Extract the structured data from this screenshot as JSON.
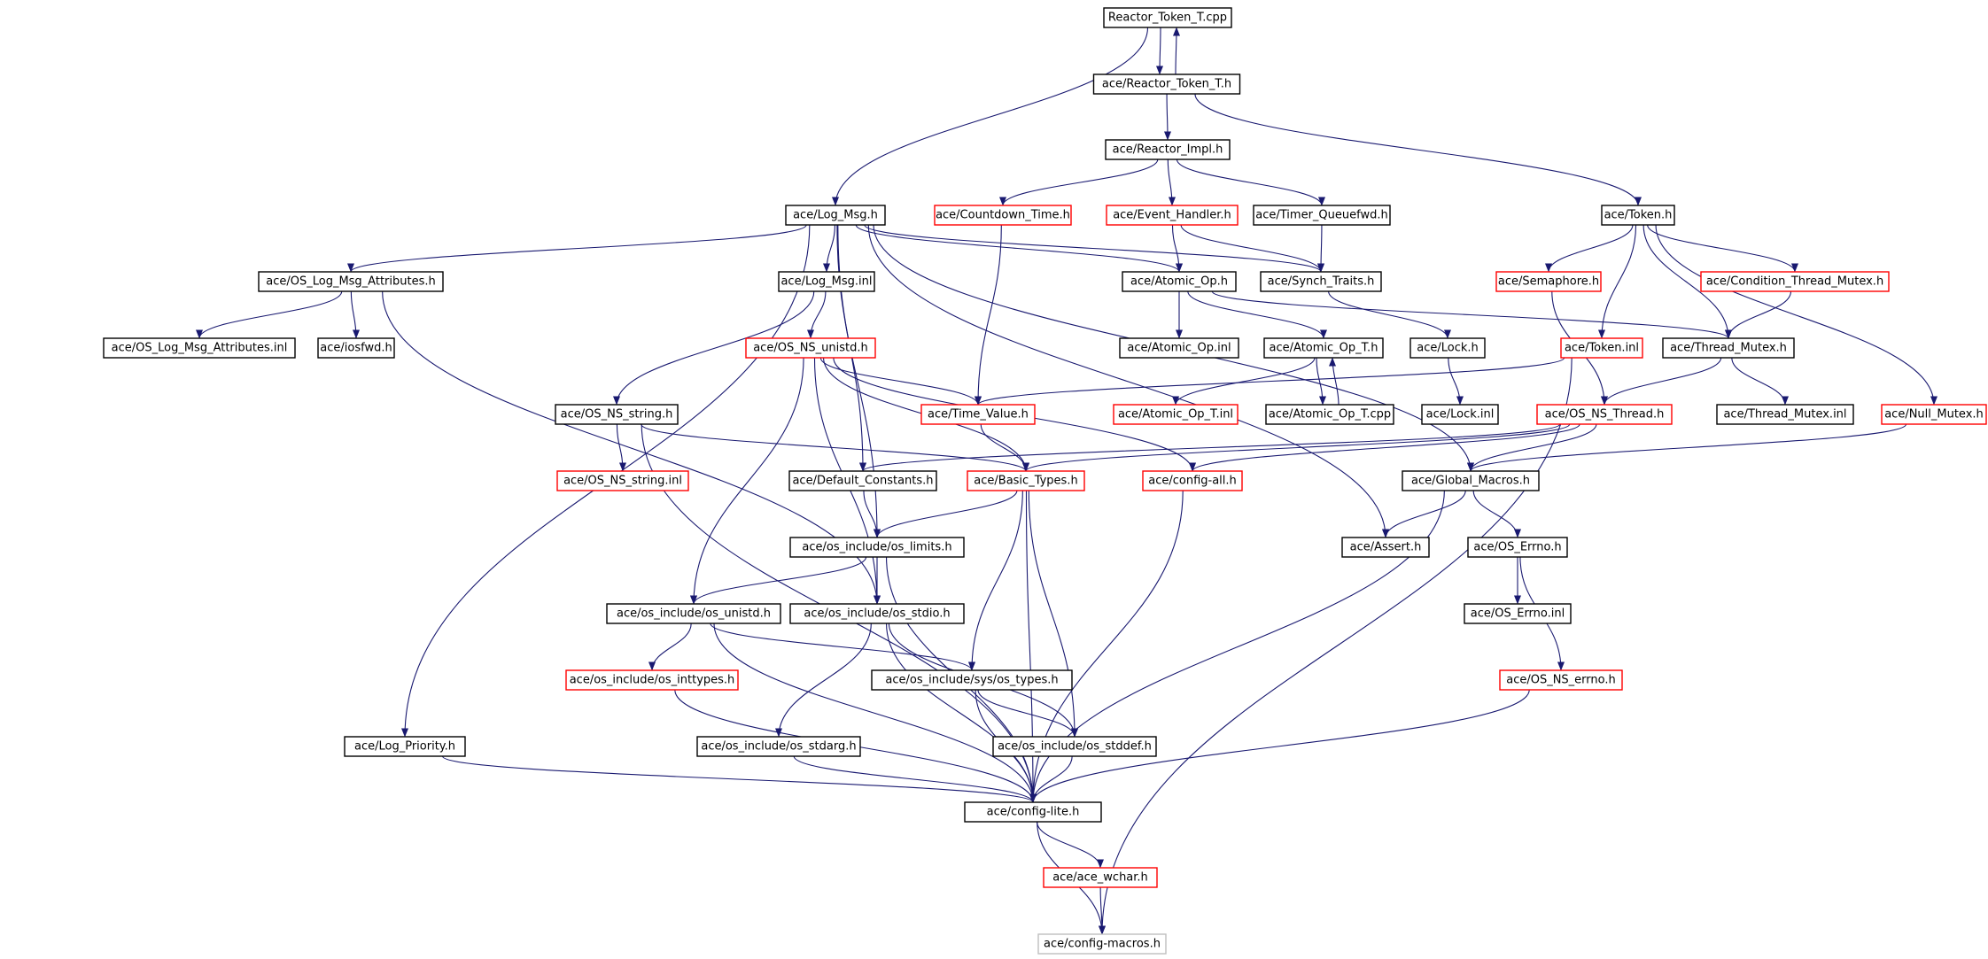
{
  "colors": {
    "edge": "#191970",
    "border_normal": "#000000",
    "border_truncated": "#ff0000",
    "border_external": "#bfbfbf",
    "root_fill": "#bfbfbf"
  },
  "nodes": [
    {
      "id": "n0",
      "label": "Reactor_Token_T.cpp",
      "style": "root"
    },
    {
      "id": "n1",
      "label": "ace/Reactor_Token_T.h",
      "style": "normal"
    },
    {
      "id": "n2",
      "label": "ace/Reactor_Impl.h",
      "style": "normal"
    },
    {
      "id": "n3",
      "label": "ace/Token.h",
      "style": "normal"
    },
    {
      "id": "n4",
      "label": "ace/Log_Msg.h",
      "style": "normal"
    },
    {
      "id": "n5",
      "label": "ace/Countdown_Time.h",
      "style": "truncated"
    },
    {
      "id": "n6",
      "label": "ace/Event_Handler.h",
      "style": "truncated"
    },
    {
      "id": "n7",
      "label": "ace/Timer_Queuefwd.h",
      "style": "normal"
    },
    {
      "id": "n8",
      "label": "ace/OS_Log_Msg_Attributes.h",
      "style": "normal"
    },
    {
      "id": "n9",
      "label": "ace/Log_Msg.inl",
      "style": "normal"
    },
    {
      "id": "n10",
      "label": "ace/Atomic_Op.h",
      "style": "normal"
    },
    {
      "id": "n11",
      "label": "ace/Synch_Traits.h",
      "style": "normal"
    },
    {
      "id": "n12",
      "label": "ace/Semaphore.h",
      "style": "truncated"
    },
    {
      "id": "n13",
      "label": "ace/Condition_Thread_Mutex.h",
      "style": "truncated"
    },
    {
      "id": "n14",
      "label": "ace/OS_Log_Msg_Attributes.inl",
      "style": "normal"
    },
    {
      "id": "n15",
      "label": "ace/iosfwd.h",
      "style": "normal"
    },
    {
      "id": "n16",
      "label": "ace/OS_NS_unistd.h",
      "style": "truncated"
    },
    {
      "id": "n17",
      "label": "ace/Atomic_Op.inl",
      "style": "normal"
    },
    {
      "id": "n18",
      "label": "ace/Atomic_Op_T.h",
      "style": "normal"
    },
    {
      "id": "n19",
      "label": "ace/Lock.h",
      "style": "normal"
    },
    {
      "id": "n20",
      "label": "ace/Token.inl",
      "style": "truncated"
    },
    {
      "id": "n21",
      "label": "ace/Thread_Mutex.h",
      "style": "normal"
    },
    {
      "id": "n22",
      "label": "ace/OS_NS_string.h",
      "style": "normal"
    },
    {
      "id": "n23",
      "label": "ace/Time_Value.h",
      "style": "truncated"
    },
    {
      "id": "n24",
      "label": "ace/Atomic_Op_T.inl",
      "style": "truncated"
    },
    {
      "id": "n25",
      "label": "ace/Atomic_Op_T.cpp",
      "style": "normal"
    },
    {
      "id": "n26",
      "label": "ace/Lock.inl",
      "style": "normal"
    },
    {
      "id": "n27",
      "label": "ace/OS_NS_Thread.h",
      "style": "truncated"
    },
    {
      "id": "n28",
      "label": "ace/Thread_Mutex.inl",
      "style": "normal"
    },
    {
      "id": "n29",
      "label": "ace/Null_Mutex.h",
      "style": "truncated"
    },
    {
      "id": "n30",
      "label": "ace/OS_NS_string.inl",
      "style": "truncated"
    },
    {
      "id": "n31",
      "label": "ace/Default_Constants.h",
      "style": "normal"
    },
    {
      "id": "n32",
      "label": "ace/Basic_Types.h",
      "style": "truncated"
    },
    {
      "id": "n33",
      "label": "ace/config-all.h",
      "style": "truncated"
    },
    {
      "id": "n34",
      "label": "ace/Global_Macros.h",
      "style": "normal"
    },
    {
      "id": "n35",
      "label": "ace/os_include/os_limits.h",
      "style": "normal"
    },
    {
      "id": "n36",
      "label": "ace/Assert.h",
      "style": "normal"
    },
    {
      "id": "n37",
      "label": "ace/OS_Errno.h",
      "style": "normal"
    },
    {
      "id": "n38",
      "label": "ace/os_include/os_unistd.h",
      "style": "normal"
    },
    {
      "id": "n39",
      "label": "ace/os_include/os_stdio.h",
      "style": "normal"
    },
    {
      "id": "n40",
      "label": "ace/OS_Errno.inl",
      "style": "normal"
    },
    {
      "id": "n41",
      "label": "ace/os_include/os_inttypes.h",
      "style": "truncated"
    },
    {
      "id": "n42",
      "label": "ace/os_include/sys/os_types.h",
      "style": "normal"
    },
    {
      "id": "n43",
      "label": "ace/OS_NS_errno.h",
      "style": "truncated"
    },
    {
      "id": "n44",
      "label": "ace/Log_Priority.h",
      "style": "normal"
    },
    {
      "id": "n45",
      "label": "ace/os_include/os_stdarg.h",
      "style": "normal"
    },
    {
      "id": "n46",
      "label": "ace/os_include/os_stddef.h",
      "style": "normal"
    },
    {
      "id": "n47",
      "label": "ace/config-lite.h",
      "style": "normal"
    },
    {
      "id": "n48",
      "label": "ace/ace_wchar.h",
      "style": "truncated"
    },
    {
      "id": "n49",
      "label": "ace/config-macros.h",
      "style": "external"
    }
  ],
  "edges": [
    [
      "n0",
      "n1"
    ],
    [
      "n1",
      "n0"
    ],
    [
      "n0",
      "n4"
    ],
    [
      "n1",
      "n2"
    ],
    [
      "n1",
      "n3"
    ],
    [
      "n2",
      "n5"
    ],
    [
      "n2",
      "n6"
    ],
    [
      "n2",
      "n7"
    ],
    [
      "n3",
      "n12"
    ],
    [
      "n3",
      "n20"
    ],
    [
      "n3",
      "n21"
    ],
    [
      "n3",
      "n13"
    ],
    [
      "n3",
      "n29"
    ],
    [
      "n4",
      "n8"
    ],
    [
      "n4",
      "n9"
    ],
    [
      "n4",
      "n10"
    ],
    [
      "n4",
      "n11"
    ],
    [
      "n4",
      "n31"
    ],
    [
      "n4",
      "n35"
    ],
    [
      "n4",
      "n44"
    ],
    [
      "n4",
      "n36"
    ],
    [
      "n4",
      "n34"
    ],
    [
      "n5",
      "n23"
    ],
    [
      "n6",
      "n10"
    ],
    [
      "n6",
      "n11"
    ],
    [
      "n7",
      "n11"
    ],
    [
      "n8",
      "n14"
    ],
    [
      "n8",
      "n15"
    ],
    [
      "n8",
      "n39"
    ],
    [
      "n9",
      "n16"
    ],
    [
      "n9",
      "n22"
    ],
    [
      "n10",
      "n17"
    ],
    [
      "n10",
      "n18"
    ],
    [
      "n10",
      "n21"
    ],
    [
      "n11",
      "n19"
    ],
    [
      "n12",
      "n27"
    ],
    [
      "n13",
      "n21"
    ],
    [
      "n16",
      "n23"
    ],
    [
      "n16",
      "n32"
    ],
    [
      "n16",
      "n33"
    ],
    [
      "n16",
      "n38"
    ],
    [
      "n16",
      "n39"
    ],
    [
      "n18",
      "n24"
    ],
    [
      "n18",
      "n25"
    ],
    [
      "n25",
      "n18"
    ],
    [
      "n19",
      "n26"
    ],
    [
      "n20",
      "n23"
    ],
    [
      "n20",
      "n49"
    ],
    [
      "n21",
      "n27"
    ],
    [
      "n21",
      "n28"
    ],
    [
      "n22",
      "n30"
    ],
    [
      "n22",
      "n32"
    ],
    [
      "n22",
      "n47"
    ],
    [
      "n23",
      "n32"
    ],
    [
      "n27",
      "n32"
    ],
    [
      "n27",
      "n33"
    ],
    [
      "n27",
      "n34"
    ],
    [
      "n27",
      "n31"
    ],
    [
      "n29",
      "n34"
    ],
    [
      "n31",
      "n35"
    ],
    [
      "n32",
      "n35"
    ],
    [
      "n32",
      "n42"
    ],
    [
      "n32",
      "n46"
    ],
    [
      "n32",
      "n47"
    ],
    [
      "n33",
      "n47"
    ],
    [
      "n34",
      "n36"
    ],
    [
      "n34",
      "n37"
    ],
    [
      "n34",
      "n47"
    ],
    [
      "n35",
      "n38"
    ],
    [
      "n35",
      "n39"
    ],
    [
      "n35",
      "n47"
    ],
    [
      "n37",
      "n40"
    ],
    [
      "n37",
      "n43"
    ],
    [
      "n38",
      "n41"
    ],
    [
      "n38",
      "n42"
    ],
    [
      "n38",
      "n47"
    ],
    [
      "n39",
      "n45"
    ],
    [
      "n39",
      "n46"
    ],
    [
      "n39",
      "n47"
    ],
    [
      "n41",
      "n47"
    ],
    [
      "n42",
      "n46"
    ],
    [
      "n42",
      "n47"
    ],
    [
      "n43",
      "n47"
    ],
    [
      "n44",
      "n47"
    ],
    [
      "n45",
      "n47"
    ],
    [
      "n46",
      "n47"
    ],
    [
      "n47",
      "n48"
    ],
    [
      "n47",
      "n49"
    ],
    [
      "n48",
      "n49"
    ]
  ]
}
